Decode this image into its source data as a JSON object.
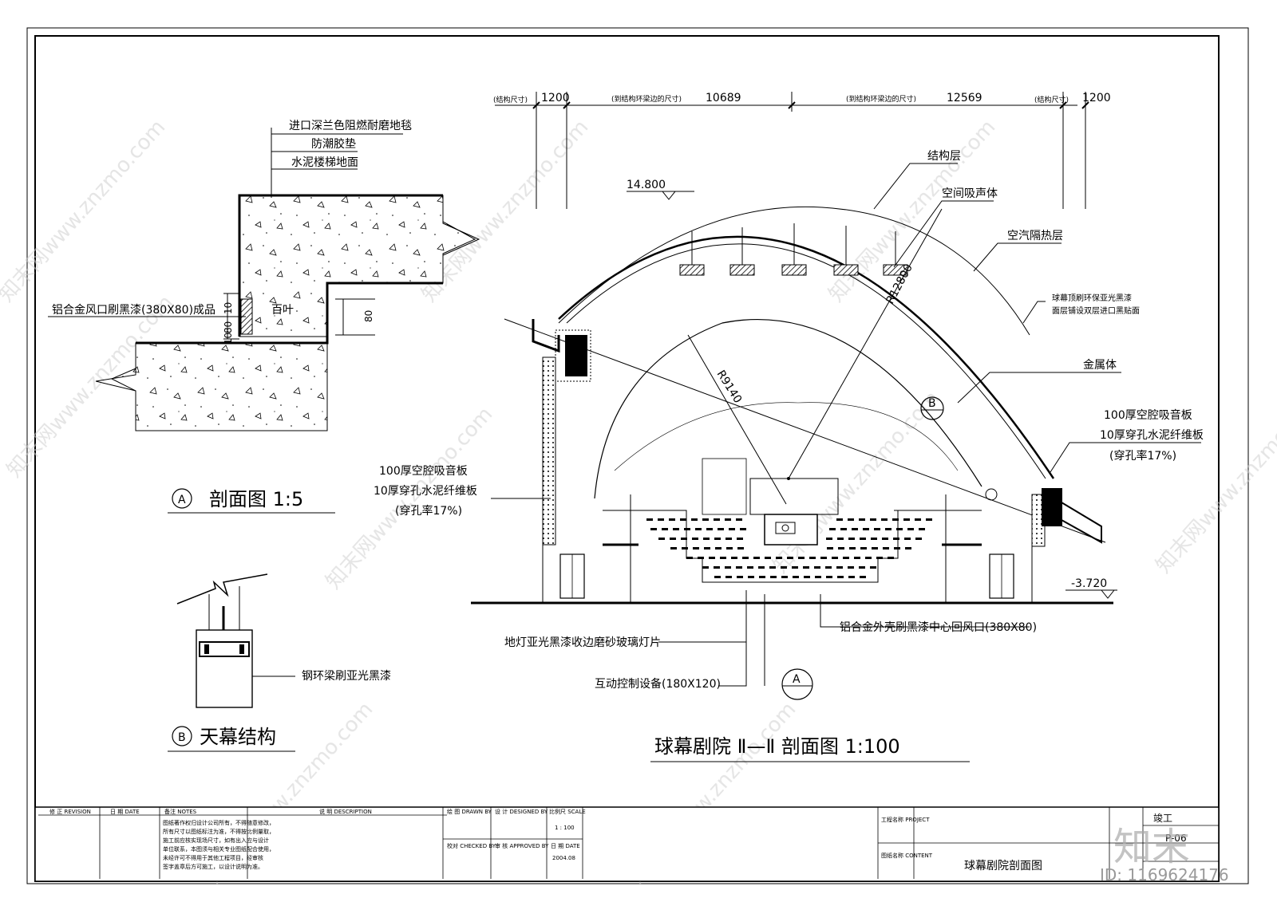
{
  "dimensions": {
    "labels": [
      "(结构尺寸)",
      "(到结构环梁边的尺寸)",
      "(到结构环梁边的尺寸)",
      "(结构尺寸)"
    ],
    "values": [
      "1200",
      "10689",
      "12569",
      "1200"
    ]
  },
  "detail_a": {
    "layers": [
      "进口深兰色阻燃耐磨地毯",
      "防潮胶垫",
      "水泥楼梯地面"
    ],
    "vent_label": "铝合金风口刷黑漆(380X80)成品",
    "louver_label": "百叶",
    "dims": [
      "10",
      "80",
      "10",
      "80"
    ],
    "circle_letter": "A",
    "title": "剖面图 1:5"
  },
  "detail_b": {
    "beam_label": "钢环梁刷亚光黑漆",
    "circle_letter": "B",
    "title": "天幕结构"
  },
  "section": {
    "level_top": "14.800",
    "level_bottom": "-3.720",
    "radius_outer": "R12800",
    "radius_inner": "R9140",
    "labels": {
      "structure": "结构层",
      "absorber": "空间吸声体",
      "air_insulation": "空汽隔热层",
      "dome_paint_1": "球幕顶刷环保亚光黑漆",
      "dome_paint_2": "面层铺设双层进口黑贴面",
      "metal": "金属体",
      "panel_right": [
        "100厚空腔吸音板",
        "10厚穿孔水泥纤维板",
        "(穿孔率17%)"
      ],
      "panel_left": [
        "100厚空腔吸音板",
        "10厚穿孔水泥纤维板",
        "(穿孔率17%)"
      ],
      "floor_light": "地灯亚光黑漆收边磨砂玻璃灯片",
      "control": "互动控制设备(180X120)",
      "return_vent": "铝合金外壳刷黑漆中心回风口(380X80)"
    },
    "marker_b": "B",
    "marker_a": "A",
    "title": "球幕剧院 Ⅱ—Ⅱ 剖面图 1:100"
  },
  "title_block": {
    "revision": "修 正 REVISION",
    "date": "日 期 DATE",
    "notes_head": "备注 NOTES",
    "desc_head": "说 明 DESCRIPTION",
    "notes_lines": [
      "图纸著作权归设计公司所有，不得随意修改，",
      "所有尺寸以图纸标注为准，不得按比例量取，",
      "施工前应核实现场尺寸，如有出入应与设计",
      "单位联系，本图须与相关专业图纸配合使用，",
      "未经许可不得用于其他工程项目，经审核",
      "签字盖章后方可施工，以设计说明为准。"
    ],
    "drawn_by": "绘 图 DRAWN BY",
    "designed_by": "设 计 DESIGNED BY",
    "scale_label": "比例尺 SCALE",
    "scale_value": "1 : 100",
    "checked_by": "校对 CHECKED BY",
    "approved_by": "审 核 APPROVED BY",
    "date_label": "日 期 DATE",
    "date_value": "2004.08",
    "project_label": "工程名称 PROJECT",
    "content_label": "图纸名称 CONTENT",
    "content_value": "球幕剧院剖面图",
    "stage_value": "竣工",
    "sheet_no": "P-06"
  },
  "watermark": {
    "text": "知末网www.znzmo.com",
    "brand": "知末",
    "id": "ID: 1169624176"
  }
}
